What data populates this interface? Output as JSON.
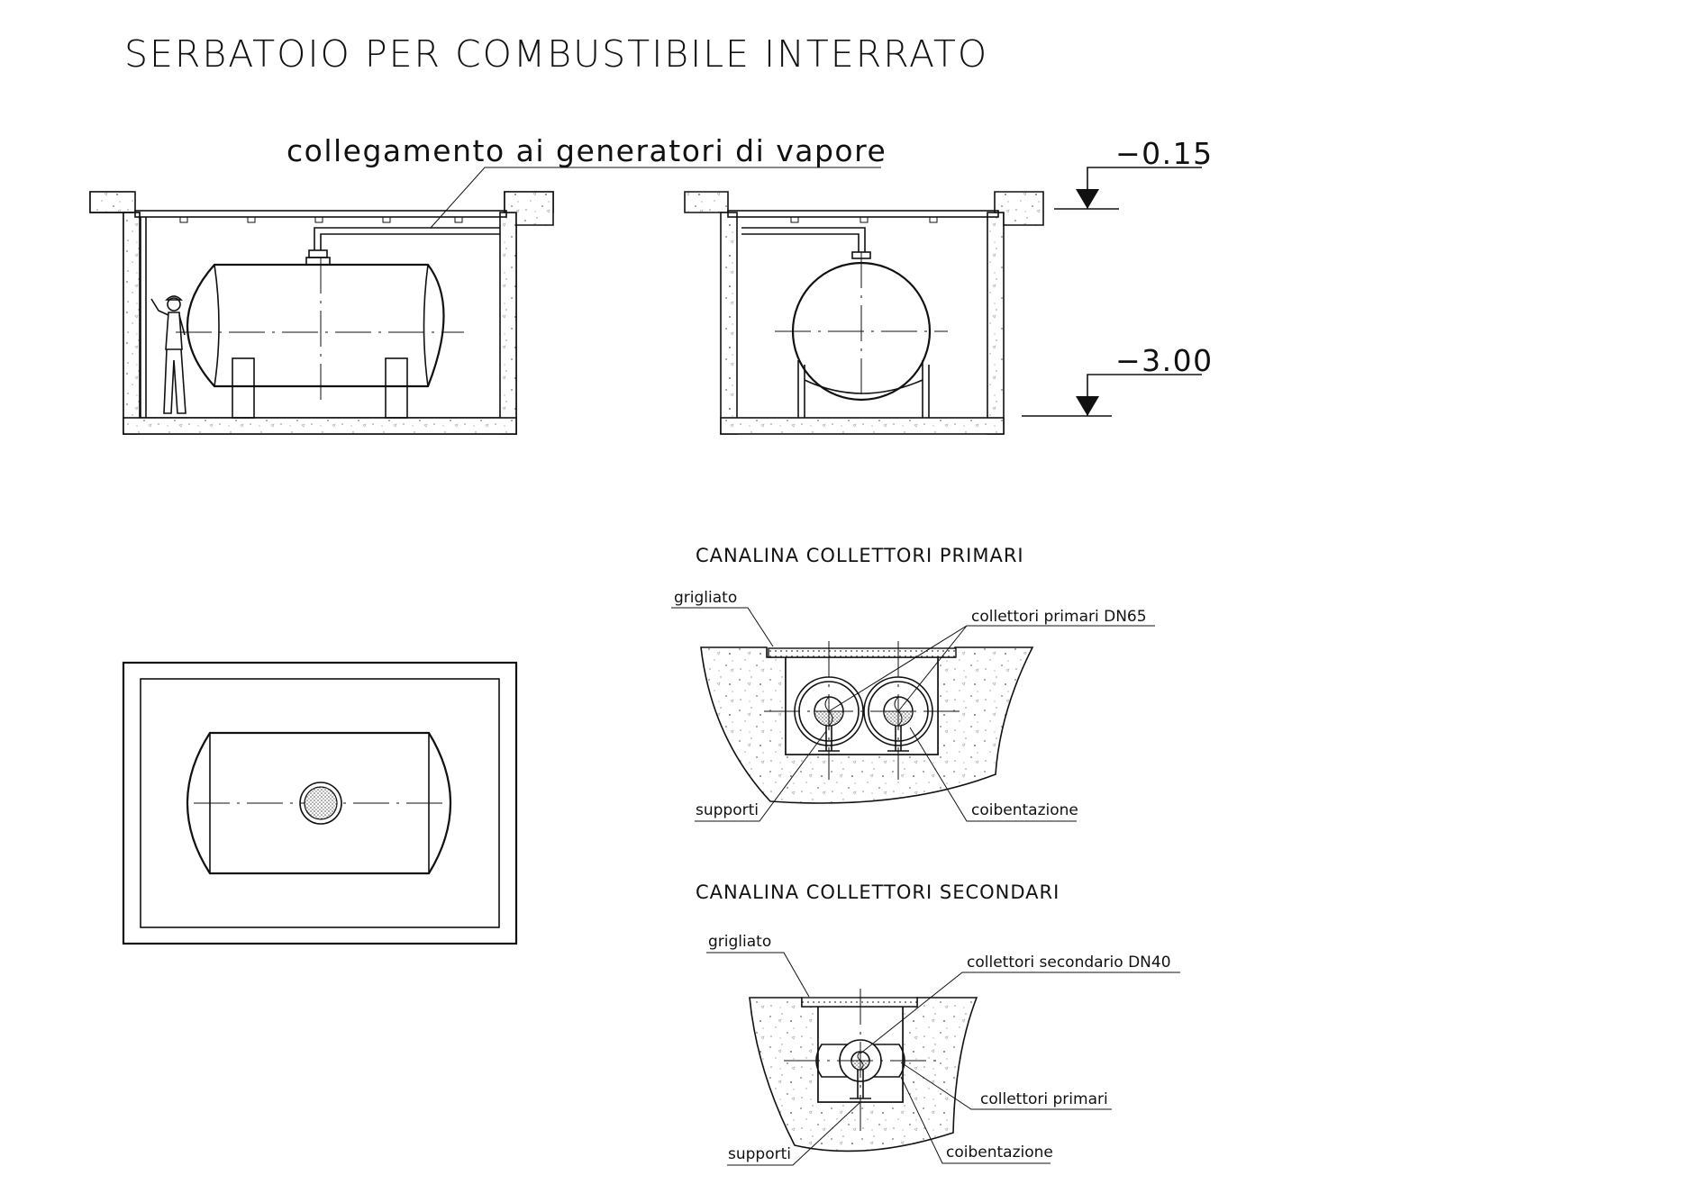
{
  "title": "SERBATOIO PER COMBUSTIBILE INTERRATO",
  "elevation_section": {
    "connection_label": "collegamento ai generatori di vapore",
    "level_top": "−0.15",
    "level_bottom": "−3.00"
  },
  "primary_trench": {
    "title": "CANALINA COLLETTORI PRIMARI",
    "labels": {
      "grating": "grigliato",
      "collectors": "collettori primari DN65",
      "supports": "supporti",
      "insulation": "coibentazione"
    }
  },
  "secondary_trench": {
    "title": "CANALINA COLLETTORI SECONDARI",
    "labels": {
      "grating": "grigliato",
      "collectors": "collettori secondario DN40",
      "primaries": "collettori primari",
      "supports": "supporti",
      "insulation": "coibentazione"
    }
  }
}
